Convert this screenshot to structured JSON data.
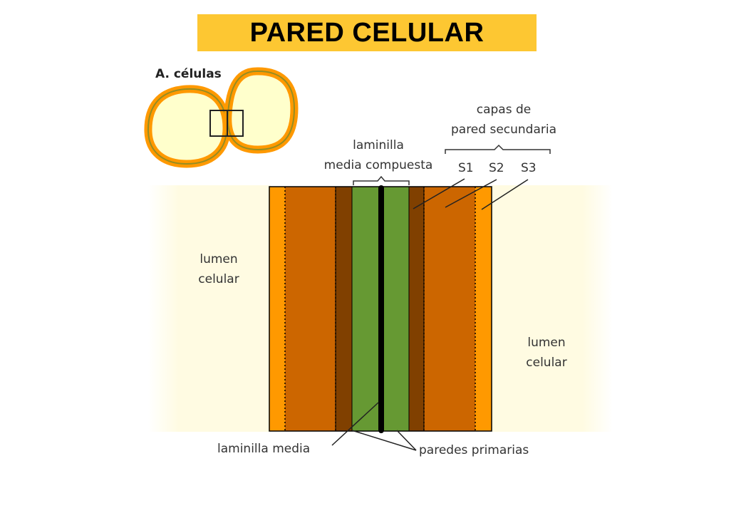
{
  "title": "PARED CELULAR",
  "inset": {
    "label": "A. células"
  },
  "labels": {
    "lumen_left": [
      "lumen",
      "celular"
    ],
    "lumen_right": [
      "lumen",
      "celular"
    ],
    "laminilla_compuesta": [
      "laminilla",
      "media compuesta"
    ],
    "capas_secundaria": [
      "capas de",
      "pared secundaria"
    ],
    "s1": "S1",
    "s2": "S2",
    "s3": "S3",
    "laminilla_media": "laminilla media",
    "paredes_primarias": "paredes primarias"
  },
  "colors": {
    "title_bg": "#fdc732",
    "cell_fill": "#ffffcc",
    "lumen_bg": "#fffbe0",
    "s3_orange": "#ff9900",
    "s2_brown": "#cc6600",
    "s1_dark_brown": "#804000",
    "primary_green": "#669933",
    "middle_lamella_black": "#000000"
  }
}
